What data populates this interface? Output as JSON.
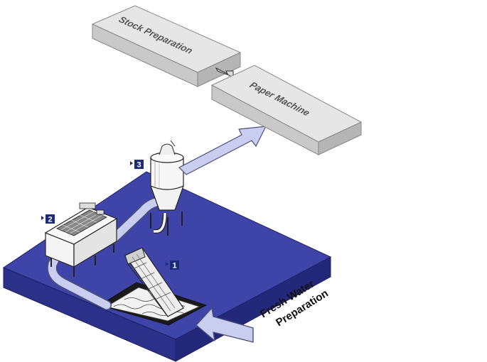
{
  "boxes": {
    "stock_preparation": "Stock Preparation",
    "paper_machine": "Paper Machine"
  },
  "water_label": {
    "line1": "Fresh Water",
    "line2": "Preparation"
  },
  "markers": [
    {
      "id": "1",
      "label": "1"
    },
    {
      "id": "2",
      "label": "2"
    },
    {
      "id": "3",
      "label": "3"
    }
  ],
  "colors": {
    "platform_top": "#3f45a8",
    "platform_side": "#2a2f86",
    "flow_pipe": "#c9cdf0",
    "flow_pipe_edge": "#4a4f7a",
    "box_face": "#e6e6e6",
    "box_side": "#b9b9b9",
    "badge_bg": "#1c2a7a"
  },
  "icons": [
    "triangle-pointer-icon"
  ]
}
